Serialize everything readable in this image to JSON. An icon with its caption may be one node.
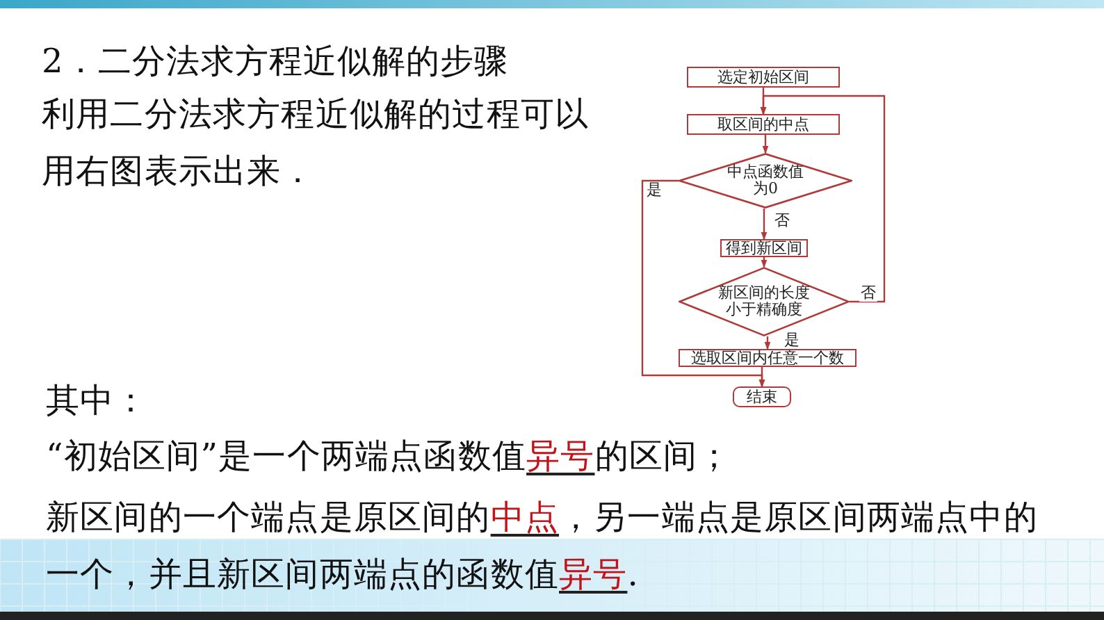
{
  "diagram": {
    "title": "2．二分法求方程近似解的步骤",
    "nodes": [
      {
        "text": [
          "选定初始区间"
        ]
      },
      {
        "text": [
          "取区间的中点"
        ]
      },
      {
        "text": [
          "中点函数值为0"
        ]
      },
      {
        "text": [
          "得到新区间"
        ]
      },
      {
        "text": [
          "新区间的长度小于精确度"
        ]
      },
      {
        "text": [
          "选取区间内任意一个数"
        ]
      },
      {
        "text": [
          "结束"
        ]
      }
    ],
    "edges": [
      {
        "from": 0,
        "to": 1,
        "arrow": "to"
      },
      {
        "from": 1,
        "to": 2,
        "arrow": "to"
      },
      {
        "from": 2,
        "to": 3,
        "arrow": "to",
        "label": "否"
      },
      {
        "from": 3,
        "to": 4,
        "arrow": "to"
      },
      {
        "from": 4,
        "to": 5,
        "arrow": "to",
        "label": "是"
      },
      {
        "from": 5,
        "to": 6,
        "arrow": "to"
      },
      {
        "from": 2,
        "to": 6,
        "arrow": "to",
        "label": "是"
      },
      {
        "from": 4,
        "to": 1,
        "arrow": "to",
        "label": "否"
      }
    ],
    "labels": [
      "利用二分法求方程近似解的过程可以用右图表示出来．",
      "其中：",
      "“初始区间”是一个两端点函数值",
      "异号",
      "的区间；",
      "新区间的一个端点是原区间的",
      "中点",
      "，另一端点是原区间两端点中的一个，并且新区间两端点的函数值",
      "异号",
      "."
    ]
  }
}
